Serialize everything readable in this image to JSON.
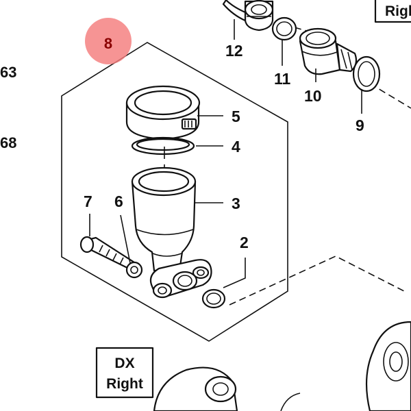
{
  "badge": {
    "label": "8",
    "color": "#f47c7c"
  },
  "left_numbers": [
    "63",
    "68"
  ],
  "callouts": {
    "p12": "12",
    "p11": "11",
    "p10": "10",
    "p9": "9",
    "p5": "5",
    "p4": "4",
    "p3": "3",
    "p2": "2",
    "p7": "7",
    "p6": "6"
  },
  "top_right_box": {
    "text": "Righ"
  },
  "bottom_box": {
    "line1": "DX",
    "line2": "Right"
  }
}
